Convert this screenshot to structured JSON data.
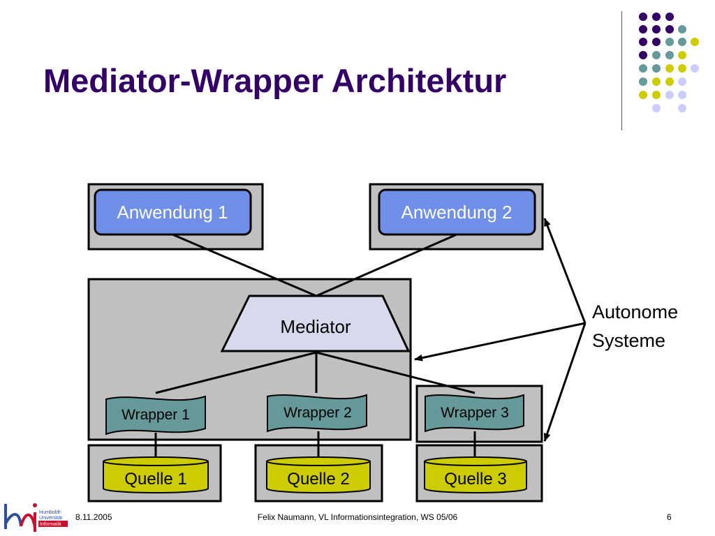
{
  "slide": {
    "title": "Mediator-Wrapper Architektur"
  },
  "diagram": {
    "applications": [
      "Anwendung 1",
      "Anwendung 2"
    ],
    "mediator": "Mediator",
    "wrappers": [
      "Wrapper 1",
      "Wrapper 2",
      "Wrapper 3"
    ],
    "sources": [
      "Quelle 1",
      "Quelle 2",
      "Quelle 3"
    ],
    "annotation_line1": "Autonome",
    "annotation_line2": "Systeme"
  },
  "footer": {
    "date": "8.11.2005",
    "text": "Felix Naumann, VL Informationsintegration, WS 05/06",
    "page": "6"
  },
  "logo": {
    "line1": "Humboldt-",
    "line2": "Universität",
    "line3": "Informatik"
  },
  "colors": {
    "title": "#330066",
    "dark_purple": "#330066",
    "teal": "#669999",
    "yellow_green": "#cccc00",
    "lavender": "#ccccff",
    "app_blue": "#6f8fe8",
    "mediator_fill": "#d9d9ee",
    "wrapper_fill": "#669999",
    "source_fill": "#cccc00",
    "container_gray": "#c0c0c0"
  }
}
